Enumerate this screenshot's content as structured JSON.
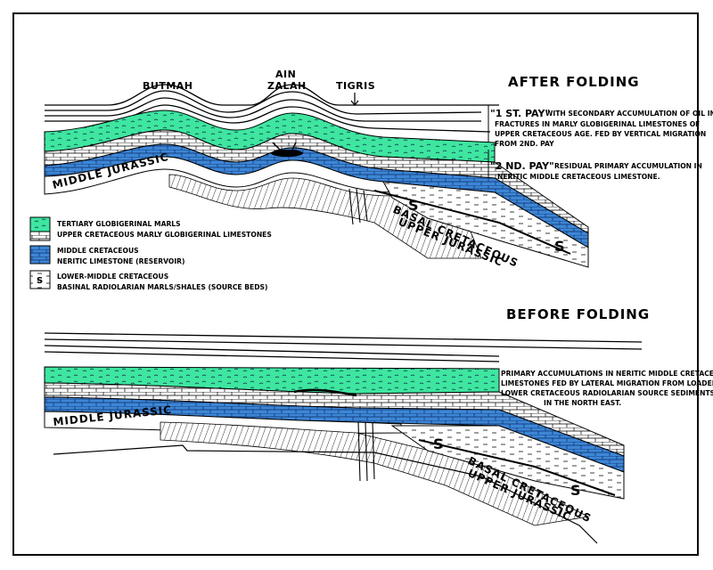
{
  "after": {
    "title": "AFTER FOLDING",
    "locations": {
      "butmah": "BUTMAH",
      "ain": "AIN",
      "zalah": "ZALAH",
      "tigris": "TIGRIS"
    },
    "pay1_label": "\"1 ST. PAY\"",
    "pay1_desc": [
      "WITH SECONDARY ACCUMULATION OF OIL IN",
      "FRACTURES IN MARLY GLOBIGERINAL LIMESTONES OF",
      "UPPER CRETACEOUS AGE. FED BY VERTICAL MIGRATION",
      "FROM  2ND. PAY"
    ],
    "pay2_label": "\"2 ND. PAY\"",
    "pay2_desc": [
      "RESIDUAL PRIMARY ACCUMULATION IN",
      "NERITIC MIDDLE CRETACEOUS LIMESTONE."
    ],
    "middle_jurassic": "MIDDLE JURASSIC",
    "basal_cretaceous": "BASAL CRETACEOUS",
    "upper_jurassic": "UPPER JURASSIC",
    "source_symbol": "S"
  },
  "legend": [
    {
      "lines": [
        "TERTIARY GLOBIGERINAL MARLS",
        "UPPER CRETACEOUS MARLY GLOBIGERINAL LIMESTONES"
      ]
    },
    {
      "lines": [
        "MIDDLE CRETACEOUS",
        "NERITIC LIMESTONE (RESERVOIR)"
      ]
    },
    {
      "lines": [
        "LOWER-MIDDLE CRETACEOUS",
        "BASINAL RADIOLARIAN MARLS/SHALES (SOURCE BEDS)"
      ]
    }
  ],
  "before": {
    "title": "BEFORE FOLDING",
    "desc": [
      "PRIMARY ACCUMULATIONS IN NERITIC MIDDLE CRETACEOUS",
      "LIMESTONES FED BY LATERAL MIGRATION FROM LOADED",
      "LOWER CRETACEOUS RADIOLARIAN SOURCE SEDIMENTS",
      "IN THE NORTH EAST."
    ],
    "middle_jurassic": "MIDDLE JURASSIC",
    "basal_cretaceous": "BASAL CRETACEOUS",
    "upper_jurassic": "UPPER JURASSIC",
    "source_symbol": "S"
  },
  "colors": {
    "marl_green": "#3ee6a0",
    "reservoir_blue": "#3d86d6",
    "ink": "#000000"
  }
}
